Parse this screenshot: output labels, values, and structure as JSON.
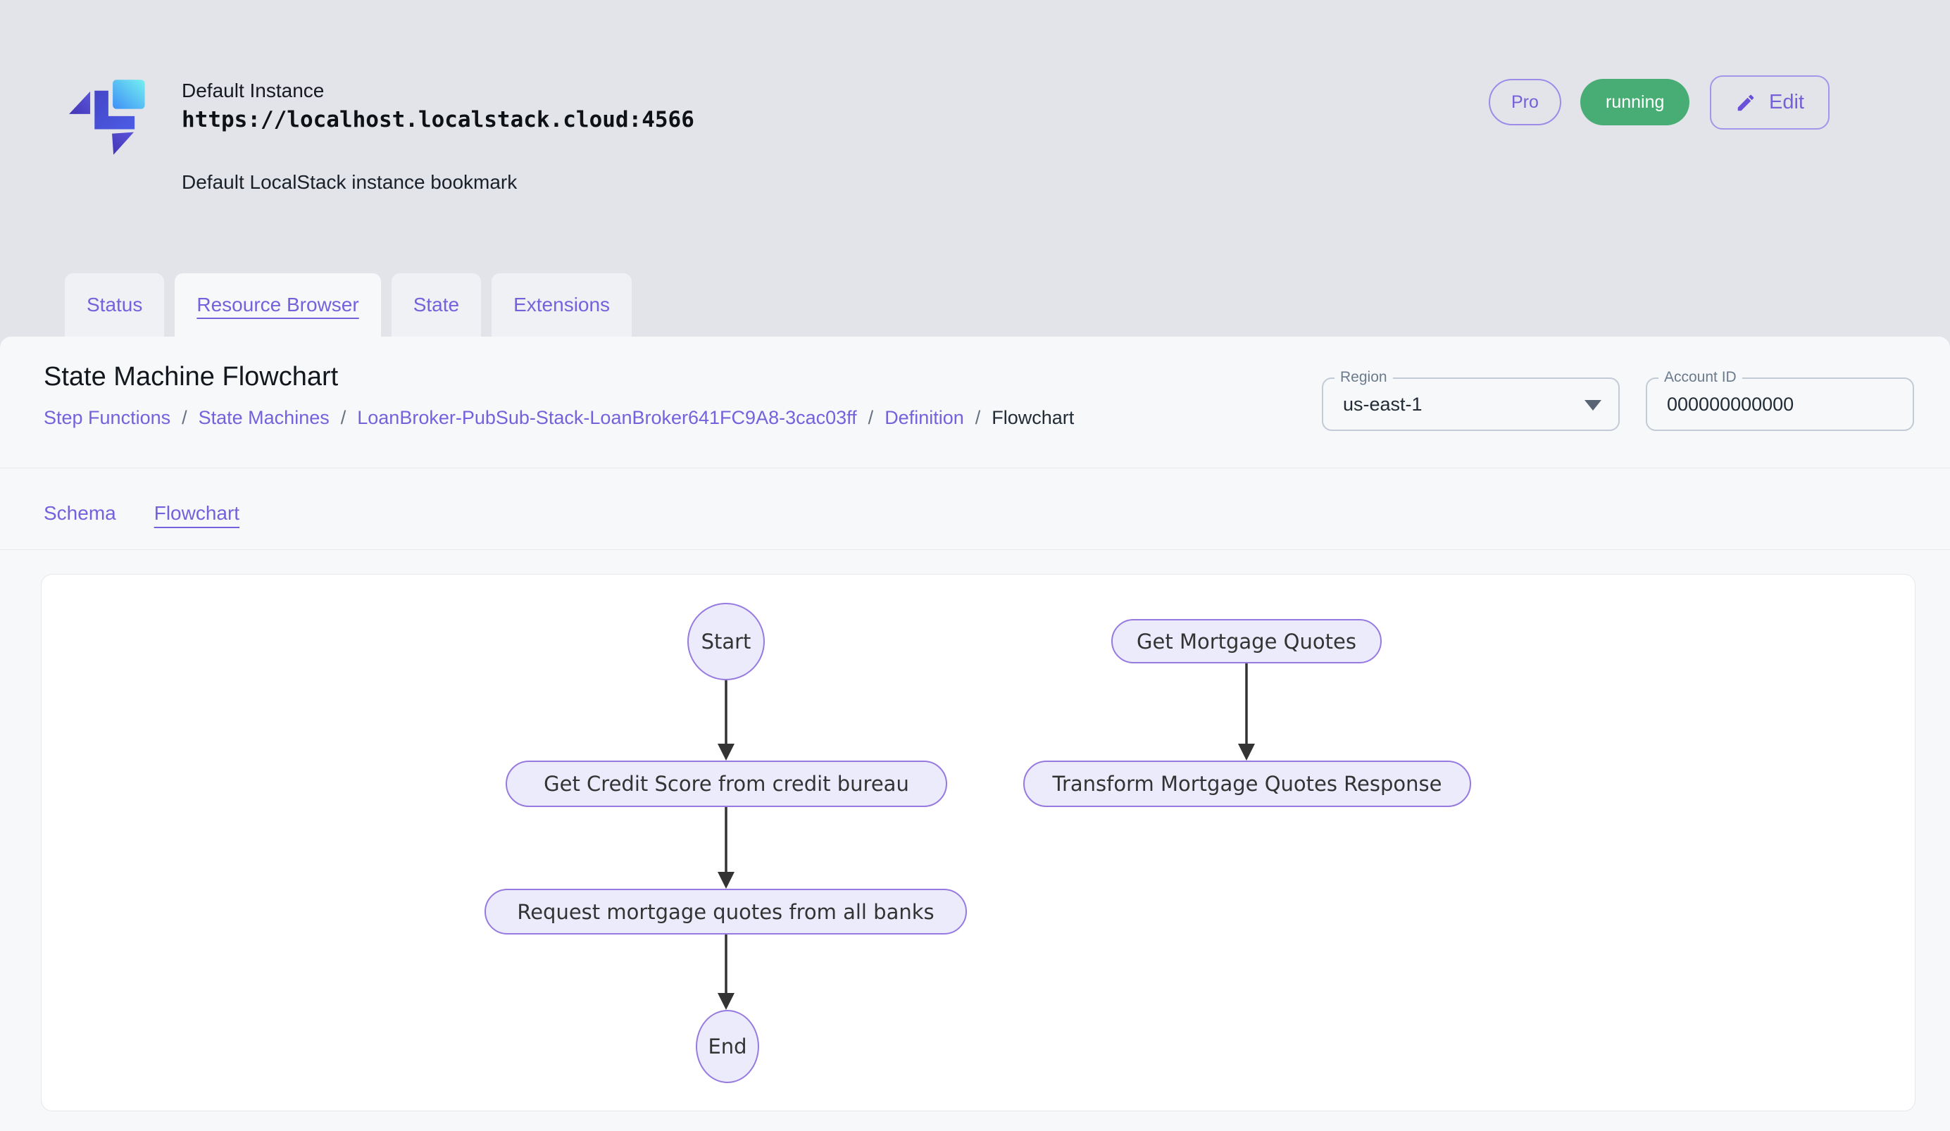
{
  "header": {
    "instance_name": "Default Instance",
    "instance_url": "https://localhost.localstack.cloud:4566",
    "instance_description": "Default LocalStack instance bookmark",
    "pro_label": "Pro",
    "status_label": "running",
    "edit_label": "Edit"
  },
  "nav_tabs": [
    {
      "label": "Status",
      "active": false
    },
    {
      "label": "Resource Browser",
      "active": true
    },
    {
      "label": "State",
      "active": false
    },
    {
      "label": "Extensions",
      "active": false
    }
  ],
  "resource_page": {
    "title": "State Machine Flowchart",
    "breadcrumb_separator": "/",
    "breadcrumb": [
      {
        "label": "Step Functions",
        "current": false
      },
      {
        "label": "State Machines",
        "current": false
      },
      {
        "label": "LoanBroker-PubSub-Stack-LoanBroker641FC9A8-3cac03ff",
        "current": false
      },
      {
        "label": "Definition",
        "current": false
      },
      {
        "label": "Flowchart",
        "current": true
      }
    ],
    "region": {
      "label": "Region",
      "value": "us-east-1"
    },
    "account": {
      "label": "Account ID",
      "value": "000000000000"
    },
    "view_tabs": [
      {
        "label": "Schema",
        "active": false
      },
      {
        "label": "Flowchart",
        "active": true
      }
    ]
  },
  "flowchart": {
    "nodes": [
      {
        "id": "start",
        "label": "Start",
        "shape": "circle"
      },
      {
        "id": "get_credit_score",
        "label": "Get Credit Score from credit bureau",
        "shape": "stadium"
      },
      {
        "id": "request_quotes",
        "label": "Request mortgage quotes from all banks",
        "shape": "stadium"
      },
      {
        "id": "end",
        "label": "End",
        "shape": "circle"
      },
      {
        "id": "get_mortgage_quotes",
        "label": "Get Mortgage Quotes",
        "shape": "stadium"
      },
      {
        "id": "transform_response",
        "label": "Transform Mortgage Quotes Response",
        "shape": "stadium"
      }
    ],
    "edges": [
      {
        "from": "start",
        "to": "get_credit_score"
      },
      {
        "from": "get_credit_score",
        "to": "request_quotes"
      },
      {
        "from": "request_quotes",
        "to": "end"
      },
      {
        "from": "get_mortgage_quotes",
        "to": "transform_response"
      }
    ]
  },
  "colors": {
    "accent_purple": "#7661dc",
    "badge_green": "#48ad74",
    "node_fill": "#ecebfc",
    "node_border": "#977ae0",
    "arrow": "#333333"
  }
}
